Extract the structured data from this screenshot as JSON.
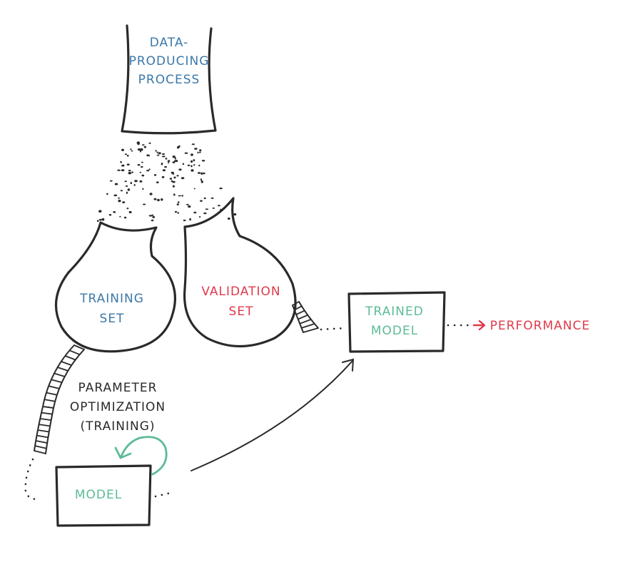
{
  "colors": {
    "ink": "#2a2a2a",
    "blue": "#3b78a8",
    "red": "#e0394a",
    "green": "#5dbb96"
  },
  "labels": {
    "process": [
      "DATA-",
      "PRODUCING",
      "PROCESS"
    ],
    "training_set": [
      "TRAINING",
      "SET"
    ],
    "validation_set": [
      "VALIDATION",
      "SET"
    ],
    "trained_model": [
      "TRAINED",
      "MODEL"
    ],
    "performance": "PERFORMANCE",
    "optimization": [
      "PARAMETER",
      "OPTIMIZATION",
      "(TRAINING)"
    ],
    "model": "MODEL"
  }
}
